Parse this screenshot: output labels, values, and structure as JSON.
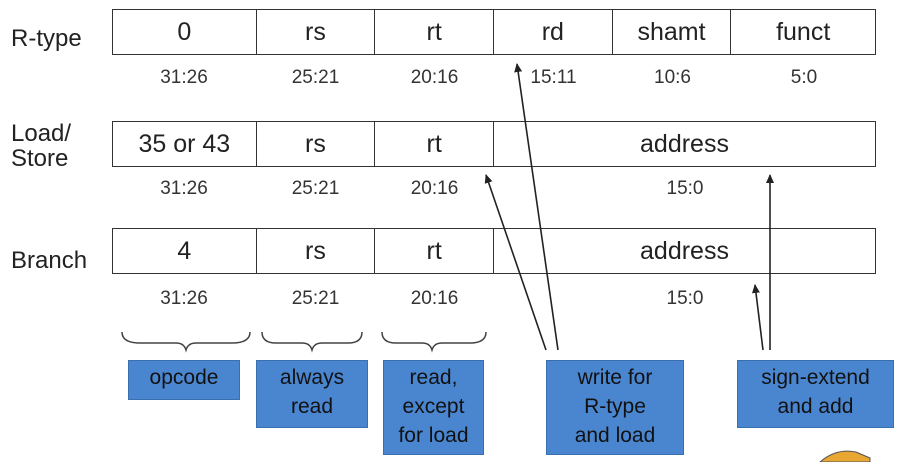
{
  "rows": [
    {
      "label": "R-type",
      "fields": [
        "0",
        "rs",
        "rt",
        "rd",
        "shamt",
        "funct"
      ],
      "bits": [
        "31:26",
        "25:21",
        "20:16",
        "15:11",
        "10:6",
        "5:0"
      ]
    },
    {
      "label": "Load/\nStore",
      "fields": [
        "35 or 43",
        "rs",
        "rt",
        "address"
      ],
      "bits": [
        "31:26",
        "25:21",
        "20:16",
        "15:0"
      ]
    },
    {
      "label": "Branch",
      "fields": [
        "4",
        "rs",
        "rt",
        "address"
      ],
      "bits": [
        "31:26",
        "25:21",
        "20:16",
        "15:0"
      ]
    }
  ],
  "callouts": [
    {
      "text": "opcode"
    },
    {
      "text": "always\nread"
    },
    {
      "text": "read,\nexcept\nfor load"
    },
    {
      "text": "write for\nR-type\nand load"
    },
    {
      "text": "sign-extend\nand add"
    }
  ],
  "colors": {
    "callout_fill": "#4a86d0",
    "line": "#333333"
  }
}
